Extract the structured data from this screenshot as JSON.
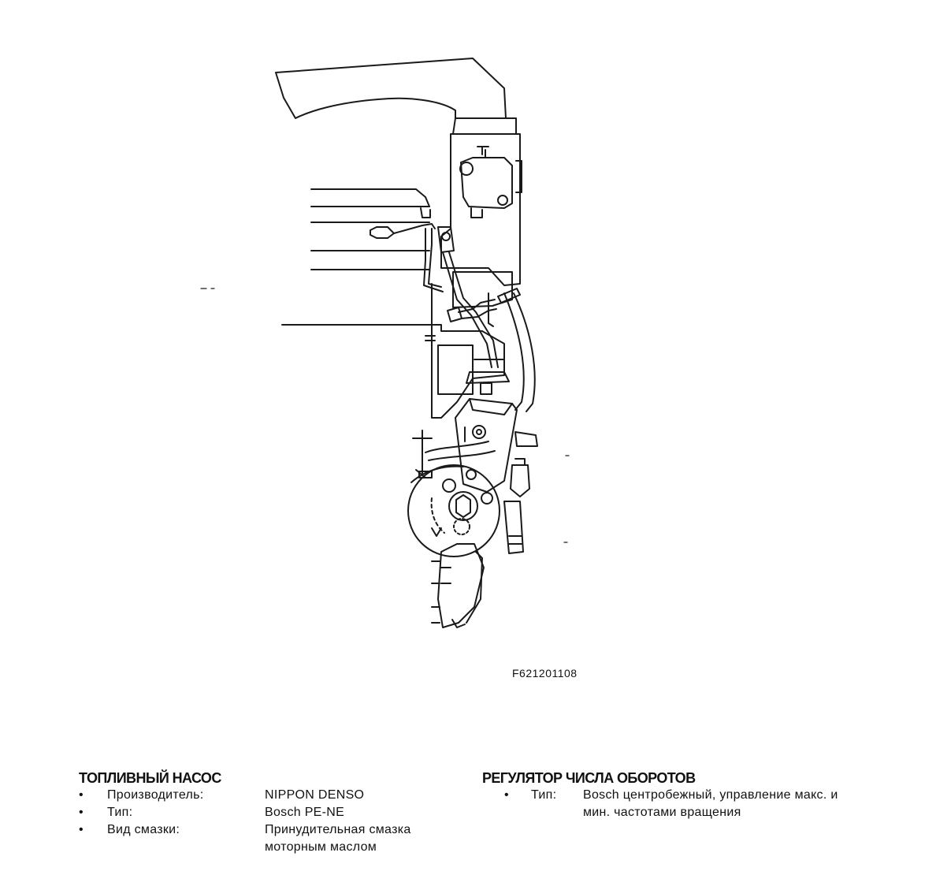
{
  "figure": {
    "code": "F621201108",
    "icon": "fuel-injection-pump-diagram"
  },
  "fuel_pump": {
    "title": "ТОПЛИВНЫЙ НАСОС",
    "items": [
      {
        "bullet": "•",
        "label": "Производитель:",
        "value": "NIPPON DENSO"
      },
      {
        "bullet": "•",
        "label": "Тип:",
        "value": "Bosch PE-NE"
      },
      {
        "bullet": "•",
        "label": "Вид смазки:",
        "value": "Принудительная смазка моторным маслом"
      }
    ]
  },
  "governor": {
    "title": "РЕГУЛЯТОР ЧИСЛА ОБОРОТОВ",
    "items": [
      {
        "bullet": "•",
        "label": "Тип:",
        "value": "Bosch центробежный, управление макс. и мин. частотами вращения"
      }
    ]
  }
}
